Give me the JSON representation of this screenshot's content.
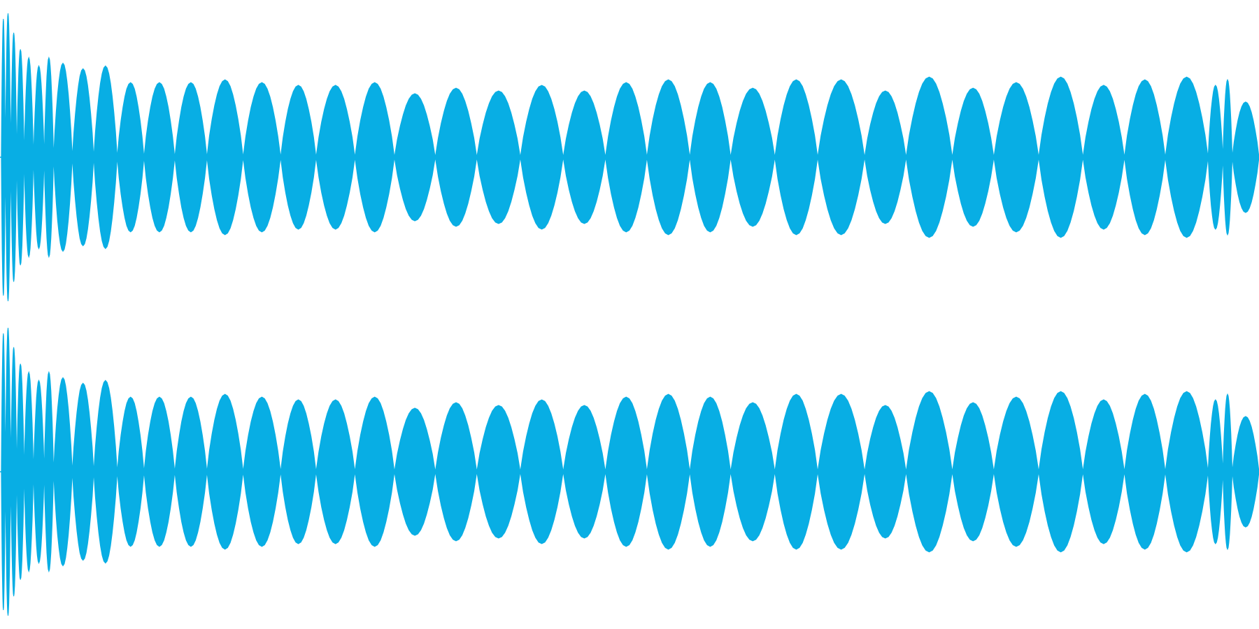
{
  "waveform": {
    "color": "#08AEE4",
    "background": "#FFFFFF",
    "channels": [
      "top",
      "bottom"
    ],
    "lobe_peaks": [
      0.5,
      0.52,
      0.45,
      0.39,
      0.36,
      0.33,
      0.36,
      0.34,
      0.32,
      0.33,
      0.27,
      0.27,
      0.27,
      0.28,
      0.27,
      0.26,
      0.26,
      0.27,
      0.23,
      0.25,
      0.24,
      0.26,
      0.24,
      0.27,
      0.28,
      0.27,
      0.25,
      0.28,
      0.28,
      0.24,
      0.29,
      0.25,
      0.27,
      0.29,
      0.26,
      0.28,
      0.29,
      0.26,
      0.28,
      0.2,
      0.15
    ],
    "tail_level": 0.02
  }
}
